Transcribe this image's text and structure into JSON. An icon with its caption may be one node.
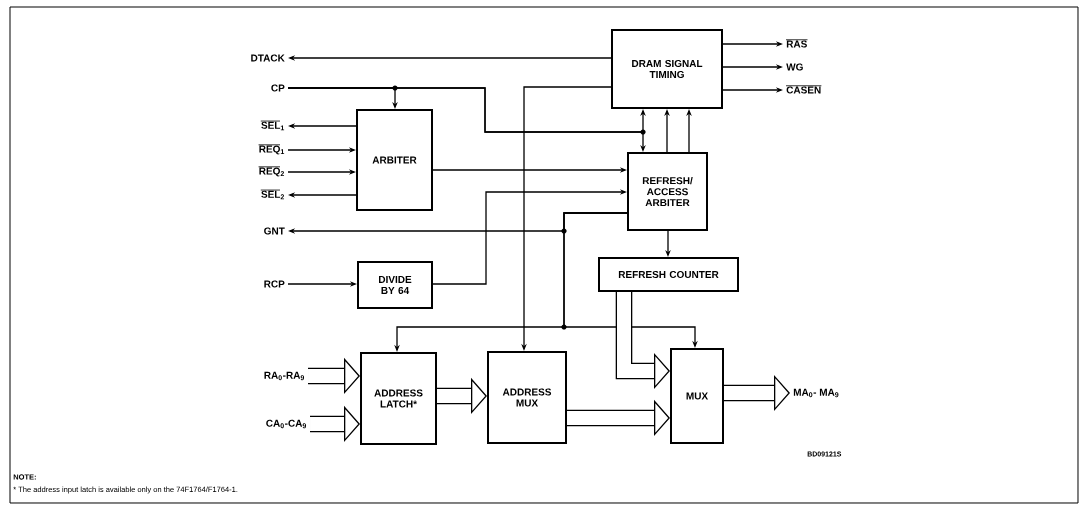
{
  "diagram": {
    "nodes": [
      {
        "text": [
          "DRAM SIGNAL TIMING"
        ]
      },
      {
        "text": [
          "ARBITER"
        ]
      },
      {
        "text": [
          "REFRESH/ ACCESS ARBITER"
        ]
      },
      {
        "text": [
          "DIVIDE BY 64"
        ]
      },
      {
        "text": [
          "REFRESH COUNTER"
        ]
      },
      {
        "text": [
          "ADDRESS LATCH*"
        ]
      },
      {
        "text": [
          "ADDRESS MUX"
        ]
      },
      {
        "text": [
          "MUX"
        ]
      },
      {
        "text": [
          "DTACK"
        ]
      },
      {
        "text": [
          "CP"
        ]
      },
      {
        "text": [
          "SEL$_{1}$"
        ]
      },
      {
        "text": [
          "REQ$_{1}$"
        ]
      },
      {
        "text": [
          "REQ$_{2}$"
        ]
      },
      {
        "text": [
          "SEL$_{2}$"
        ]
      },
      {
        "text": [
          "GNT"
        ]
      },
      {
        "text": [
          "RCP"
        ]
      },
      {
        "text": [
          "RA$_{0}$-RA$_{9}$"
        ]
      },
      {
        "text": [
          "CA$_{0}$-CA$_{9}$"
        ]
      },
      {
        "text": [
          "RAS"
        ]
      },
      {
        "text": [
          "WG"
        ]
      },
      {
        "text": [
          "CASEN"
        ]
      },
      {
        "text": [
          "MA$_{0}$- MA$_{9}$"
        ]
      }
    ],
    "edges": [
      {
        "from": 0,
        "to": 8,
        "arrow": "to"
      },
      {
        "from": 0,
        "to": 18,
        "arrow": "to"
      },
      {
        "from": 0,
        "to": 19,
        "arrow": "to"
      },
      {
        "from": 0,
        "to": 20,
        "arrow": "to"
      },
      {
        "from": 9,
        "to": 1,
        "arrow": "to"
      },
      {
        "from": 9,
        "to": 0,
        "arrow": "to"
      },
      {
        "from": 9,
        "to": 2,
        "arrow": "to"
      },
      {
        "from": 1,
        "to": 10,
        "arrow": "to"
      },
      {
        "from": 11,
        "to": 1,
        "arrow": "to"
      },
      {
        "from": 12,
        "to": 1,
        "arrow": "to"
      },
      {
        "from": 1,
        "to": 13,
        "arrow": "to"
      },
      {
        "from": 1,
        "to": 2,
        "arrow": "to"
      },
      {
        "from": 3,
        "to": 2,
        "arrow": "to"
      },
      {
        "from": 2,
        "to": 0,
        "arrow": "to"
      },
      {
        "from": 2,
        "to": 0,
        "arrow": "to"
      },
      {
        "from": 2,
        "to": 14,
        "arrow": "to"
      },
      {
        "from": 2,
        "to": 5,
        "arrow": "to"
      },
      {
        "from": 2,
        "to": 7,
        "arrow": "to"
      },
      {
        "from": 0,
        "to": 6,
        "arrow": "to"
      },
      {
        "from": 2,
        "to": 4,
        "arrow": "to"
      },
      {
        "from": 15,
        "to": 3,
        "arrow": "to"
      },
      {
        "from": 16,
        "to": 5,
        "arrow": "to",
        "style": "thick"
      },
      {
        "from": 17,
        "to": 5,
        "arrow": "to",
        "style": "thick"
      },
      {
        "from": 5,
        "to": 6,
        "arrow": "to",
        "style": "thick"
      },
      {
        "from": 6,
        "to": 7,
        "arrow": "to",
        "style": "thick"
      },
      {
        "from": 4,
        "to": 7,
        "arrow": "to",
        "style": "thick"
      },
      {
        "from": 7,
        "to": 21,
        "arrow": "to",
        "style": "thick"
      }
    ],
    "labels": [
      "BD09121S",
      "NOTE:",
      "* The address input latch is available only on the 74F1764/F1764-1."
    ]
  }
}
